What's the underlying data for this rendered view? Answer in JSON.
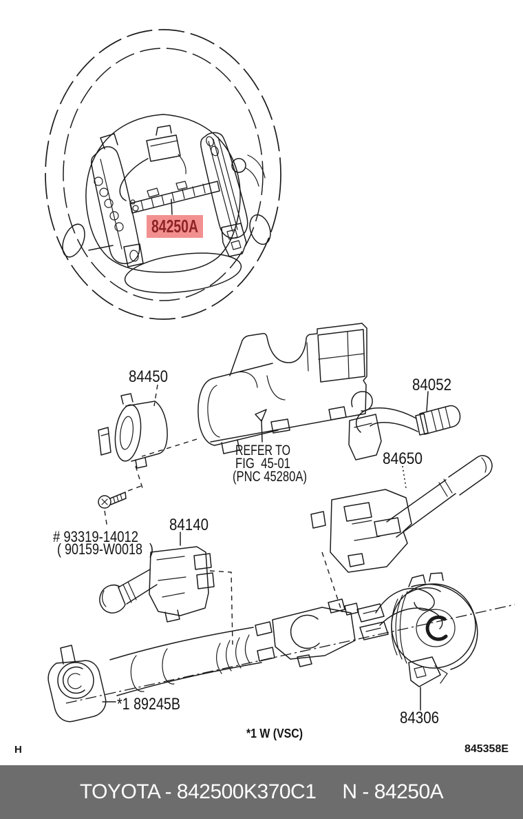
{
  "colors": {
    "line": "#1b1b1b",
    "highlight_bg": "#f29090",
    "highlight_text": "#8e2326",
    "footer_bg": "#6d6d6d",
    "footer_text": "#ffffff"
  },
  "diagram": {
    "highlight_label": "84250A",
    "labels": {
      "column_cover": "84450",
      "key_plate": "84052",
      "wiper_switch": "84650",
      "headlamp_switch": "84140",
      "spiral_cable": "84306",
      "transponder_amplifier": "*1 89245B",
      "screw_primary": "# 93319-14012",
      "screw_alt": "( 90159-W0018  )",
      "refer_line1": "REFER TO",
      "refer_line2": "FIG  45-01",
      "refer_line3": "(PNC 45280A)"
    },
    "notes": {
      "footnote": "*1 W (VSC)",
      "page_marker": "H",
      "figure_code": "845358E"
    }
  },
  "footer": {
    "brand_part": "TOYOTA - 842500K370C1",
    "ref_part": "N - 84250A"
  }
}
